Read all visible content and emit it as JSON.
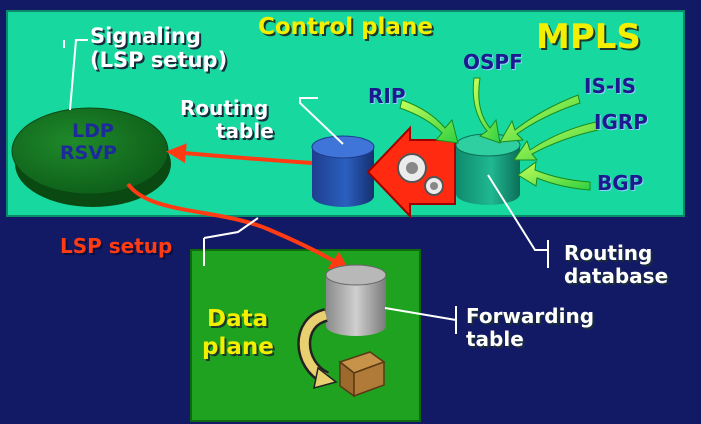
{
  "mpls": "MPLS",
  "control_plane": "Control plane",
  "data_plane_line1": "Data",
  "data_plane_line2": "plane",
  "signaling_line1": "Signaling",
  "signaling_line2": "(LSP setup)",
  "routing_table_line1": "Routing",
  "routing_table_line2": "table",
  "ldp": "LDP",
  "rsvp": "RSVP",
  "lsp_setup": "LSP setup",
  "rip": "RIP",
  "ospf": "OSPF",
  "isis": "IS-IS",
  "igrp": "IGRP",
  "bgp": "BGP",
  "routing_database_line1": "Routing",
  "routing_database_line2": "database",
  "forwarding_table_line1": "Forwarding",
  "forwarding_table_line2": "table",
  "colors": {
    "background": "#121a66",
    "control_plane_fill": "#17d9a0",
    "data_plane_fill": "#1fa21f",
    "accent_arrow": "#ff3b14",
    "label_yellow": "#f2f000",
    "protocol_navy": "#1b1b8e"
  }
}
